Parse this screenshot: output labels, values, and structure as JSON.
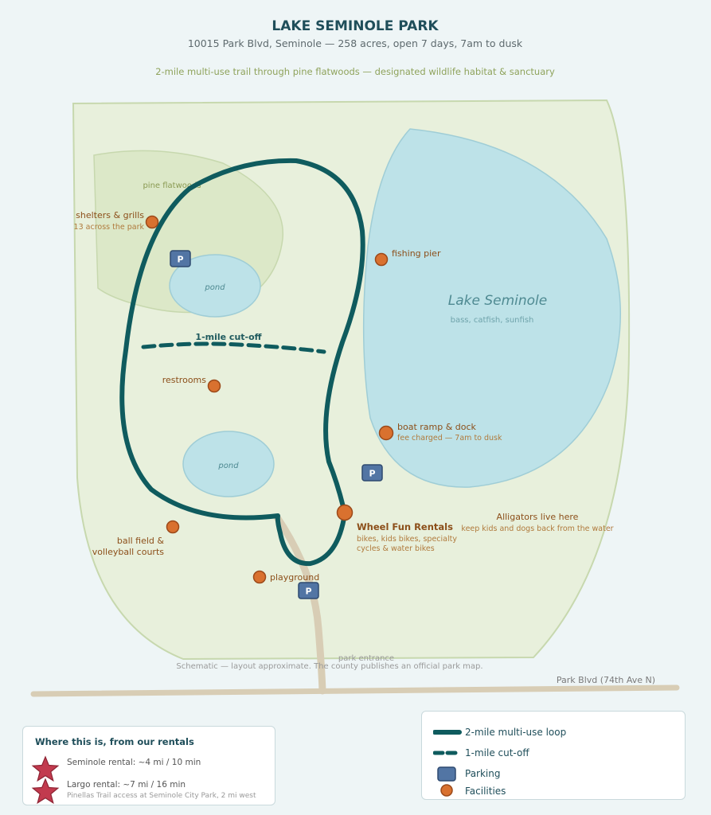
{
  "header": {
    "title": "LAKE SEMINOLE PARK",
    "subtitle": "10015 Park Blvd, Seminole — 258 acres, open 7 days, 7am to dusk",
    "tagline": "2-mile multi-use trail through pine flatwoods — designated wildlife habitat & sanctuary"
  },
  "map": {
    "pine_flatwoods": "pine flatwoods",
    "pond_label": "pond",
    "lake": {
      "name": "Lake Seminole",
      "fish": "bass, catfish, sunfish"
    },
    "cutoff_label": "1-mile cut-off",
    "facilities": {
      "shelters": {
        "label": "shelters & grills",
        "sub": "13 across the park"
      },
      "fishing_pier": "fishing pier",
      "restrooms": "restrooms",
      "boat_ramp": {
        "label": "boat ramp & dock",
        "sub": "fee charged — 7am to dusk"
      },
      "ball_field": {
        "line1": "ball field &",
        "line2": "volleyball courts"
      },
      "playground": "playground",
      "wheel_fun": {
        "title": "Wheel Fun Rentals",
        "line1": "bikes, kids bikes, specialty",
        "line2": "cycles & water bikes"
      }
    },
    "alligators": {
      "title": "Alligators live here",
      "sub": "keep kids and dogs back from the water"
    },
    "parking_symbol": "P",
    "entrance_label": "park entrance",
    "schematic_note": "Schematic — layout approximate. The county publishes an official park map.",
    "road_label": "Park Blvd (74th Ave N)"
  },
  "rentals_box": {
    "title": "Where this is, from our rentals",
    "seminole": "Seminole rental: ~4 mi / 10 min",
    "largo": "Largo rental: ~7 mi / 16 min",
    "note": "Pinellas Trail access at Seminole City Park, 2 mi west"
  },
  "legend": {
    "loop": "2-mile multi-use loop",
    "cutoff": "1-mile cut-off",
    "parking": "Parking",
    "facilities": "Facilities"
  },
  "colors": {
    "trail": "#0f5b5e",
    "facility": "#d9712f",
    "parking": "#5275a4",
    "star": "#c23a4e",
    "park_land": "#e8f0dc",
    "water": "#bde2e8"
  }
}
